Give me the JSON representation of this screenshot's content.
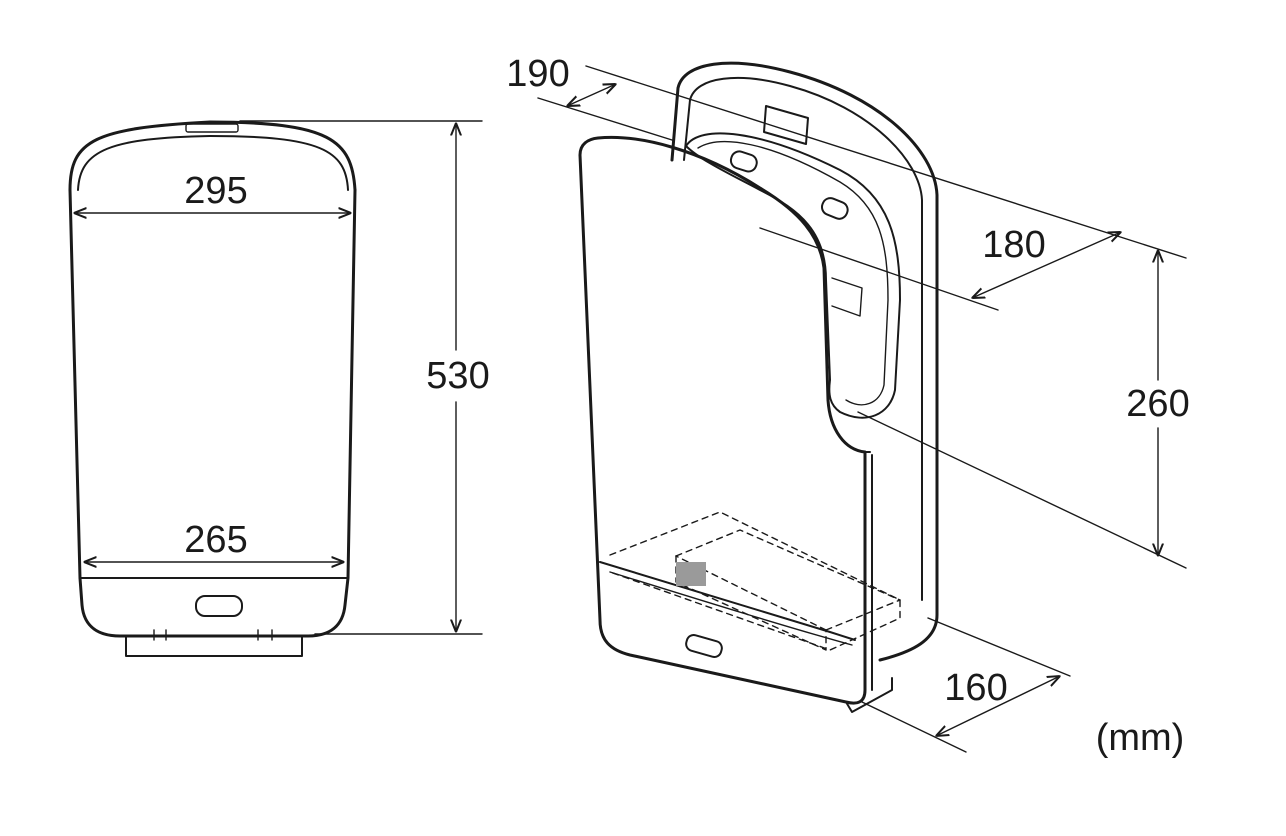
{
  "dimensions": {
    "front_top_width": "295",
    "front_bottom_width": "265",
    "front_height": "530",
    "iso_top_depth": "190",
    "iso_slot_width": "180",
    "iso_slot_height": "260",
    "iso_base_depth": "160"
  },
  "units": "(mm)"
}
